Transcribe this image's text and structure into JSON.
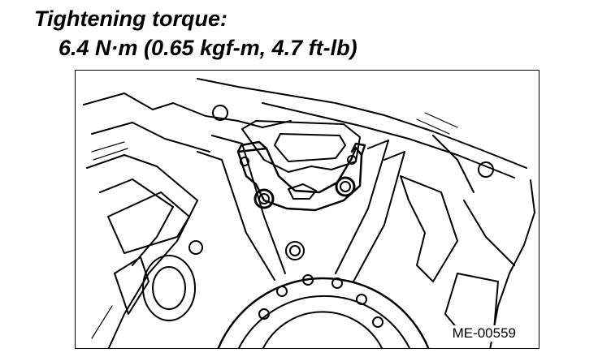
{
  "caption": {
    "title": "Tightening torque:",
    "value": "6.4 N·m (0.65 kgf-m, 4.7 ft-lb)"
  },
  "figure": {
    "code": "ME-00559"
  }
}
